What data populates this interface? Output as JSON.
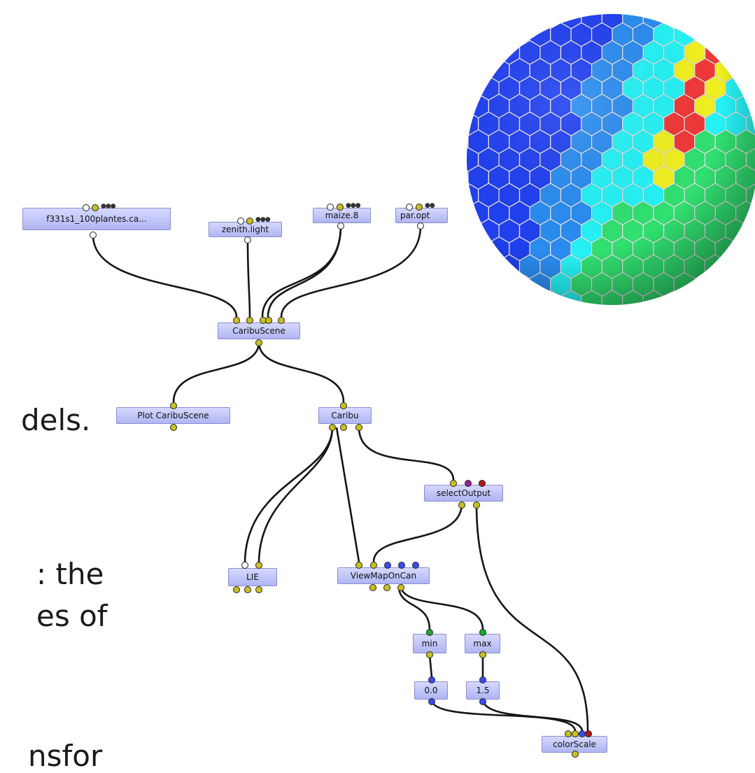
{
  "slide_text": {
    "line1": "dels.",
    "line2": ": the",
    "line3": "es of",
    "line4": "nsfor"
  },
  "nodes": {
    "f331s1": "f331s1_100plantes.ca...",
    "zenith": "zenith.light",
    "maize": "maize.8",
    "parop": "par.opt",
    "caribuscene": "CaribuScene",
    "plotcaribuscene": "Plot CaribuScene",
    "caribu": "Caribu",
    "selectoutput": "selectOutput",
    "lie": "LIE",
    "viewmap": "ViewMapOnCan",
    "min": "min",
    "max": "max",
    "val_min": "0.0",
    "val_max": "1.5",
    "colorscale": "colorScale"
  },
  "port_colors": {
    "yellow": "#c9c020",
    "white": "#ffffff",
    "blue": "#3a4cf0",
    "green": "#18a830",
    "magenta": "#9c1a9c",
    "red": "#b01818"
  },
  "sphere_colors": {
    "dark_blue": "#2040f0",
    "mid_blue": "#2a8cf0",
    "cyan": "#25f2f5",
    "green": "#30e070",
    "yellow": "#f0f020",
    "red": "#f03838"
  }
}
